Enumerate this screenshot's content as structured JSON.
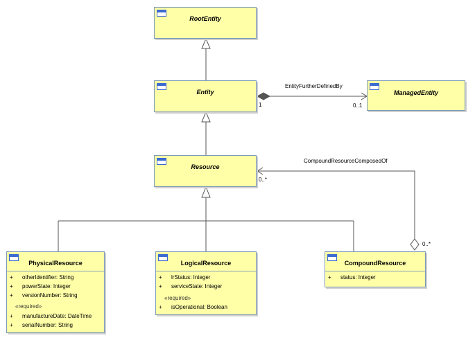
{
  "classes": {
    "root_entity": {
      "name": "RootEntity"
    },
    "entity": {
      "name": "Entity"
    },
    "managed_entity": {
      "name": "ManagedEntity"
    },
    "resource": {
      "name": "Resource"
    },
    "physical_resource": {
      "name": "PhysicalResource",
      "attributes": [
        {
          "vis": "+",
          "text": "otherIdentifier: String"
        },
        {
          "vis": "+",
          "text": "powerState: Integer"
        },
        {
          "vis": "+",
          "text": "versionNumber: String"
        }
      ],
      "stereotype": "«required»",
      "required_attributes": [
        {
          "vis": "+",
          "text": "manufactureDate: DateTime"
        },
        {
          "vis": "+",
          "text": "serialNumber: String"
        }
      ]
    },
    "logical_resource": {
      "name": "LogicalResource",
      "attributes": [
        {
          "vis": "+",
          "text": "lrStatus: Integer"
        },
        {
          "vis": "+",
          "text": "serviceState: Integer"
        }
      ],
      "stereotype": "«required»",
      "required_attributes": [
        {
          "vis": "+",
          "text": "isOperational: Boolean"
        }
      ]
    },
    "compound_resource": {
      "name": "CompoundResource",
      "attributes": [
        {
          "vis": "+",
          "text": "status: Integer"
        }
      ]
    }
  },
  "associations": {
    "entity_further_defined_by": {
      "name": "EntityFurtherDefinedBy",
      "source_mult": "1",
      "target_mult": "0..1"
    },
    "compound_resource_composed_of": {
      "name": "CompoundResourceComposedOf",
      "source_mult": "0..*",
      "target_mult": "0..*"
    }
  },
  "colors": {
    "class_fill": "#ffffa8",
    "class_border": "#7e9bb8",
    "line": "#555555",
    "icon": "#3c6bd0"
  }
}
